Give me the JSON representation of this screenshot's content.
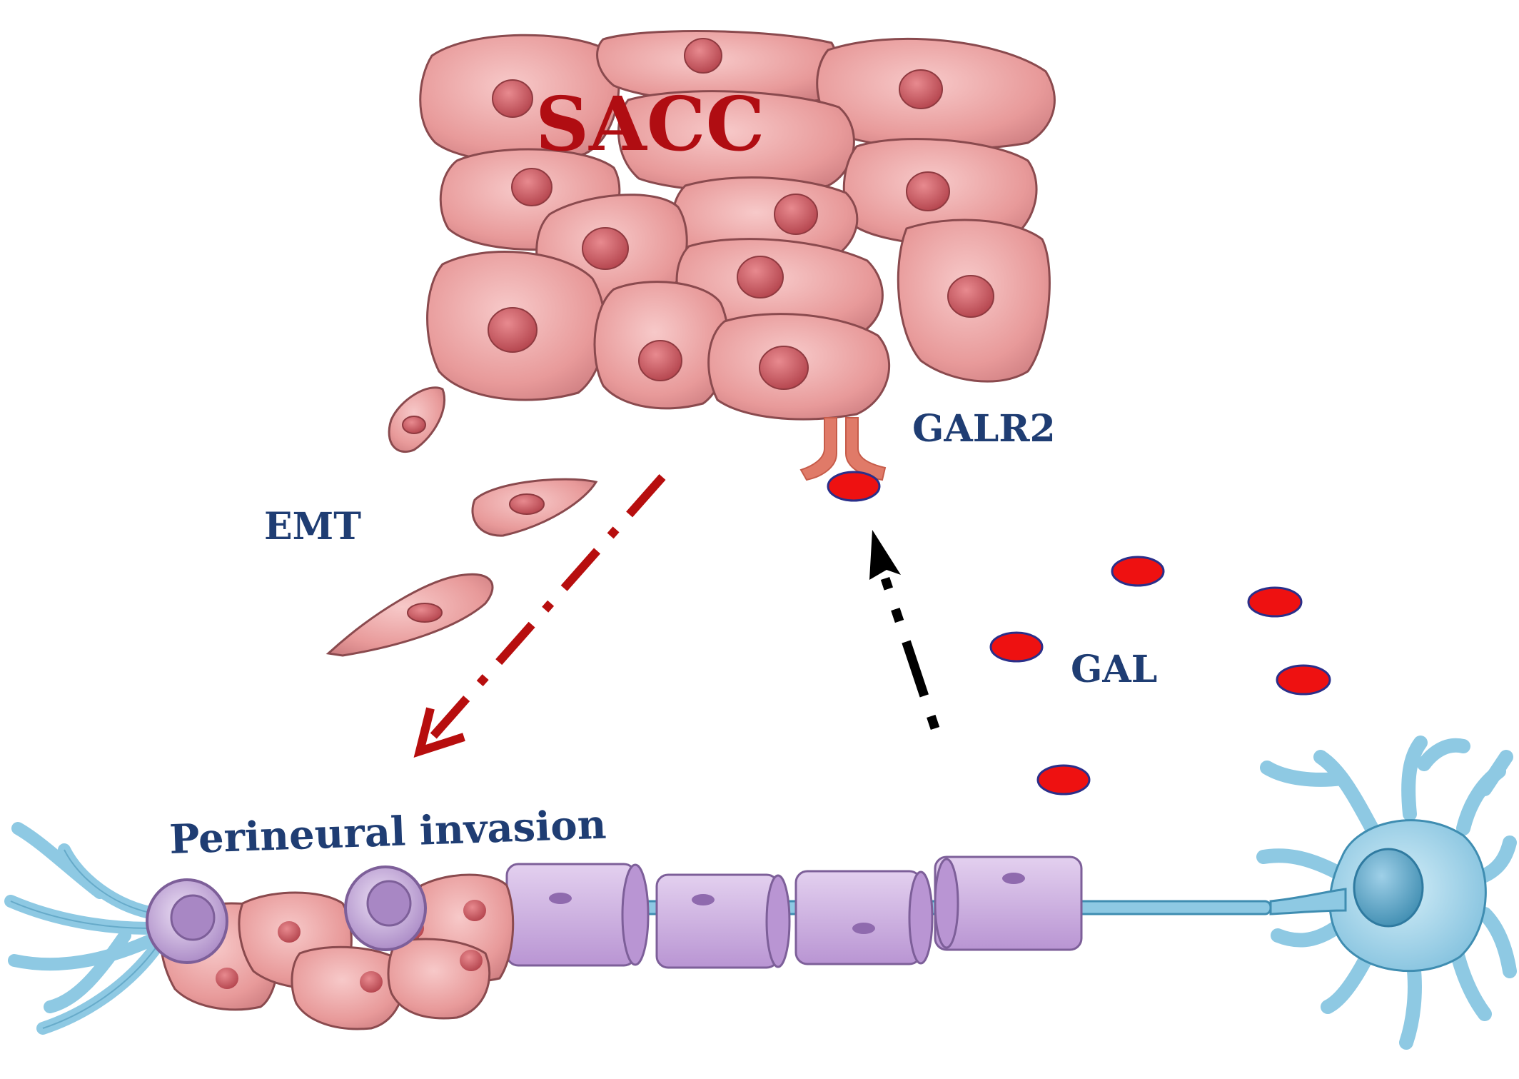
{
  "labels": {
    "tumor": "SACC",
    "receptor": "GALR2",
    "emt": "EMT",
    "ligand": "GAL",
    "invasion": "Perineural invasion"
  },
  "colors": {
    "tumor_text": "#b00d12",
    "label_text": "#1f3d73",
    "cell_fill": "#e89a9a",
    "cell_stroke": "#8a4a4e",
    "nucleus_fill": "#c9545c",
    "galanin_fill": "#ee1111",
    "galanin_stroke": "#2a2f8a",
    "red_arrow": "#b70e0e",
    "black_arrow": "#000000",
    "neuron_fill": "#8ec9e3",
    "neuron_stroke": "#3f8db1",
    "myelin_fill": "#c8a8dd",
    "myelin_stroke": "#7d5f99",
    "receptor_fill": "#e07a68"
  }
}
